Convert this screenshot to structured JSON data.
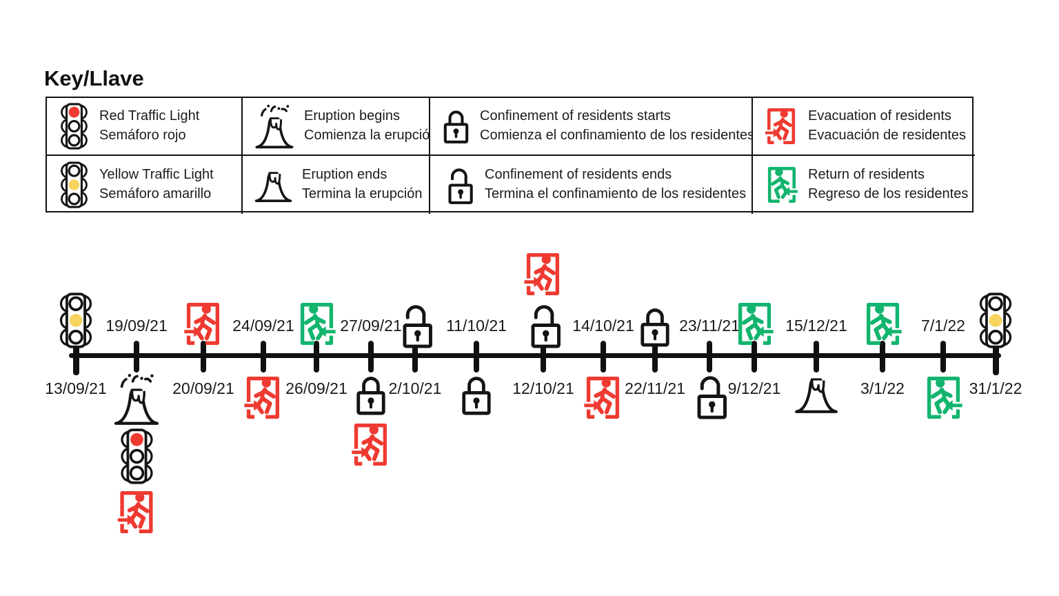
{
  "title": "Key/Llave",
  "key": {
    "rows": [
      {
        "cells": [
          {
            "icon": "traffic-red",
            "line1": "Red Traffic Light",
            "line2": "Semáforo rojo"
          },
          {
            "icon": "volcano-erupting",
            "line1": "Eruption begins",
            "line2": "Comienza la erupción"
          },
          {
            "icon": "lock-closed",
            "line1": "Confinement of residents starts",
            "line2": "Comienza el confinamiento de los residentes"
          },
          {
            "icon": "evacuation",
            "line1": "Evacuation of residents",
            "line2": "Evacuación de residentes"
          }
        ]
      },
      {
        "cells": [
          {
            "icon": "traffic-yellow",
            "line1": "Yellow Traffic Light",
            "line2": "Semáforo amarillo"
          },
          {
            "icon": "volcano-calm",
            "line1": "Eruption ends",
            "line2": "Termina la erupción"
          },
          {
            "icon": "lock-open",
            "line1": "Confinement of residents ends",
            "line2": "Termina el confinamiento de los residentes"
          },
          {
            "icon": "return",
            "line1": "Return of residents",
            "line2": "Regreso de los residentes"
          }
        ]
      }
    ]
  },
  "timeline": {
    "events": [
      {
        "date": "13/09/21",
        "label_side": "below",
        "icons": [
          "traffic-yellow"
        ]
      },
      {
        "date": "19/09/21",
        "label_side": "above",
        "icons": [
          "volcano-erupting",
          "traffic-red",
          "evacuation"
        ]
      },
      {
        "date": "20/09/21",
        "label_side": "below",
        "icons": [
          "evacuation"
        ]
      },
      {
        "date": "24/09/21",
        "label_side": "above",
        "icons": [
          "evacuation"
        ]
      },
      {
        "date": "26/09/21",
        "label_side": "below",
        "icons": [
          "return"
        ]
      },
      {
        "date": "27/09/21",
        "label_side": "above",
        "icons": [
          "lock-closed",
          "evacuation"
        ]
      },
      {
        "date": "2/10/21",
        "label_side": "below",
        "icons": [
          "lock-open"
        ]
      },
      {
        "date": "11/10/21",
        "label_side": "above",
        "icons": [
          "lock-closed"
        ]
      },
      {
        "date": "12/10/21",
        "label_side": "below",
        "icons": [
          "evacuation",
          "lock-open"
        ]
      },
      {
        "date": "14/10/21",
        "label_side": "above",
        "icons": [
          "evacuation"
        ]
      },
      {
        "date": "22/11/21",
        "label_side": "below",
        "icons": [
          "lock-closed"
        ]
      },
      {
        "date": "23/11/21",
        "label_side": "above",
        "icons": [
          "lock-open"
        ]
      },
      {
        "date": "9/12/21",
        "label_side": "below",
        "icons": [
          "return"
        ]
      },
      {
        "date": "15/12/21",
        "label_side": "above",
        "icons": [
          "volcano-calm"
        ]
      },
      {
        "date": "3/1/22",
        "label_side": "below",
        "icons": [
          "return"
        ]
      },
      {
        "date": "7/1/22",
        "label_side": "above",
        "icons": [
          "return"
        ]
      },
      {
        "date": "31/1/22",
        "label_side": "below",
        "icons": [
          "traffic-yellow"
        ]
      }
    ]
  },
  "colors": {
    "red": "#ee3a31",
    "green": "#13b56e",
    "yellow": "#f7d45f",
    "ink": "#111111"
  }
}
